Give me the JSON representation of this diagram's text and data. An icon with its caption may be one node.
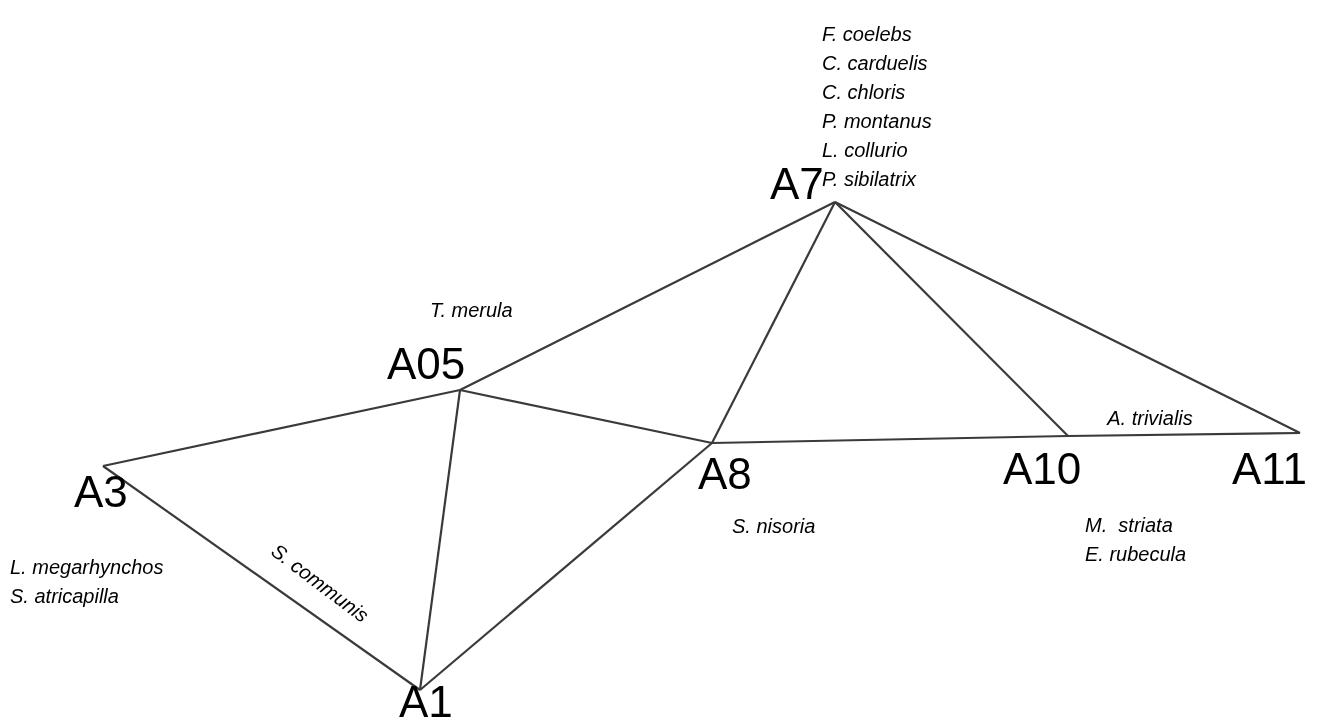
{
  "diagram": {
    "nodes": [
      {
        "text": [
          "A3"
        ],
        "beside": [
          "L. megarhynchos",
          "S. atricapilla"
        ]
      },
      {
        "text": [
          "A05"
        ],
        "beside": [
          "T. merula"
        ]
      },
      {
        "text": [
          "A1"
        ]
      },
      {
        "text": [
          "A8"
        ],
        "beside": [
          "S. nisoria"
        ]
      },
      {
        "text": [
          "A7"
        ],
        "beside": [
          "F. coelebs",
          "C. carduelis",
          "C. chloris",
          "P. montanus",
          "L. collurio",
          "P. sibilatrix"
        ]
      },
      {
        "text": [
          "A10"
        ],
        "beside": [
          "M.  striata",
          "E. rubecula"
        ]
      },
      {
        "text": [
          "A11"
        ]
      }
    ],
    "edges": [
      {
        "from": 0,
        "to": 1,
        "arrow": "none"
      },
      {
        "from": 0,
        "to": 2,
        "arrow": "none",
        "label": "S. communis"
      },
      {
        "from": 1,
        "to": 2,
        "arrow": "none"
      },
      {
        "from": 1,
        "to": 3,
        "arrow": "none"
      },
      {
        "from": 1,
        "to": 4,
        "arrow": "none"
      },
      {
        "from": 2,
        "to": 3,
        "arrow": "none"
      },
      {
        "from": 3,
        "to": 4,
        "arrow": "none"
      },
      {
        "from": 3,
        "to": 5,
        "arrow": "none"
      },
      {
        "from": 4,
        "to": 5,
        "arrow": "none"
      },
      {
        "from": 4,
        "to": 6,
        "arrow": "none"
      },
      {
        "from": 5,
        "to": 6,
        "arrow": "none",
        "label": "A. trivialis"
      }
    ]
  }
}
